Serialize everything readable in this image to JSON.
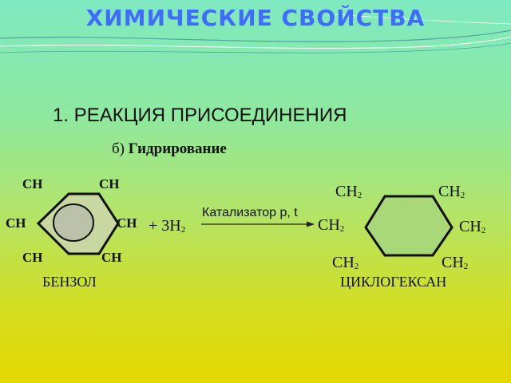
{
  "slide": {
    "title": "ХИМИЧЕСКИЕ СВОЙСТВА",
    "heading": "1. РЕАКЦИЯ ПРИСОЕДИНЕНИЯ",
    "subheading_prefix": "б)",
    "subheading_bold": "Гидрирование"
  },
  "reaction": {
    "benzene": {
      "groups": [
        "CH",
        "CH",
        "CH",
        "CH",
        "CH",
        "CH"
      ],
      "name": "БЕНЗОЛ"
    },
    "reagent": {
      "prefix": "+ 3H",
      "subscript": "2"
    },
    "catalyst": "Катализатор р, t",
    "cyclohexane": {
      "group": "CH",
      "subscript": "2",
      "name": "ЦИКЛОГЕКСАН"
    }
  },
  "colors": {
    "title": "#3f6cff",
    "hexagon_fill": "#a8d878",
    "benzene_fill": "#c8d8a0",
    "circle_fill": "#bcc2aa"
  }
}
